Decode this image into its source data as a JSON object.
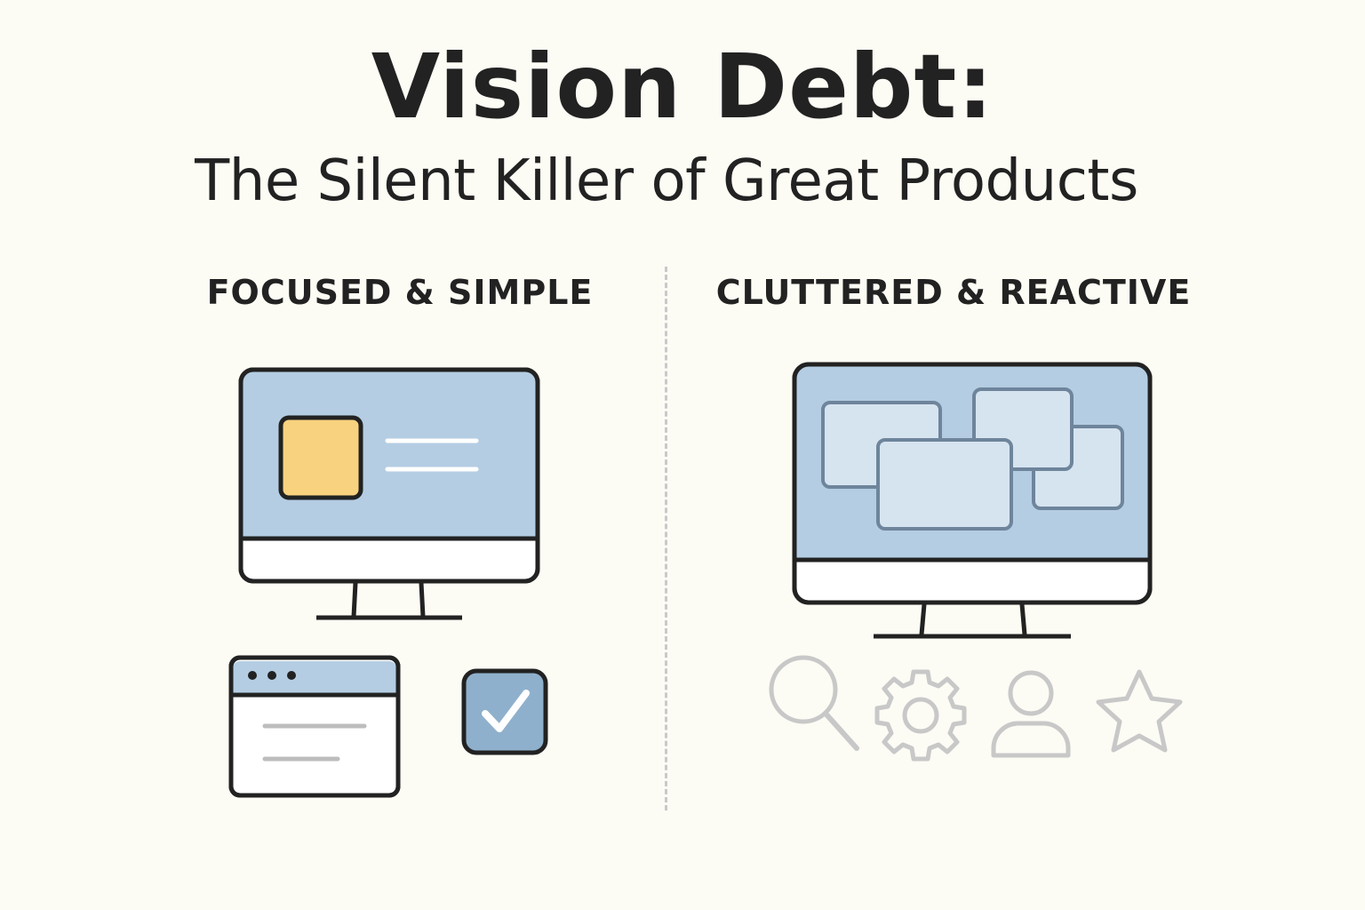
{
  "header": {
    "title": "Vision Debt:",
    "subtitle": "The Silent Killer of Great Products"
  },
  "panels": {
    "left": {
      "label": "FOCUSED & SIMPLE"
    },
    "right": {
      "label": "CLUTTERED & REACTIVE"
    }
  },
  "icons": {
    "left": [
      "monitor-icon",
      "browser-window-icon",
      "checkbox-checked-icon"
    ],
    "right": [
      "monitor-icon",
      "search-icon",
      "gear-icon",
      "user-icon",
      "star-icon"
    ]
  },
  "colors": {
    "background": "#fcfbf4",
    "ink": "#222222",
    "screen_blue": "#b4cde3",
    "window_blue": "#d6e4f0",
    "accent_yellow": "#f8d27e",
    "check_blue": "#8fb0cc",
    "muted_gray": "#c8c8c8"
  }
}
